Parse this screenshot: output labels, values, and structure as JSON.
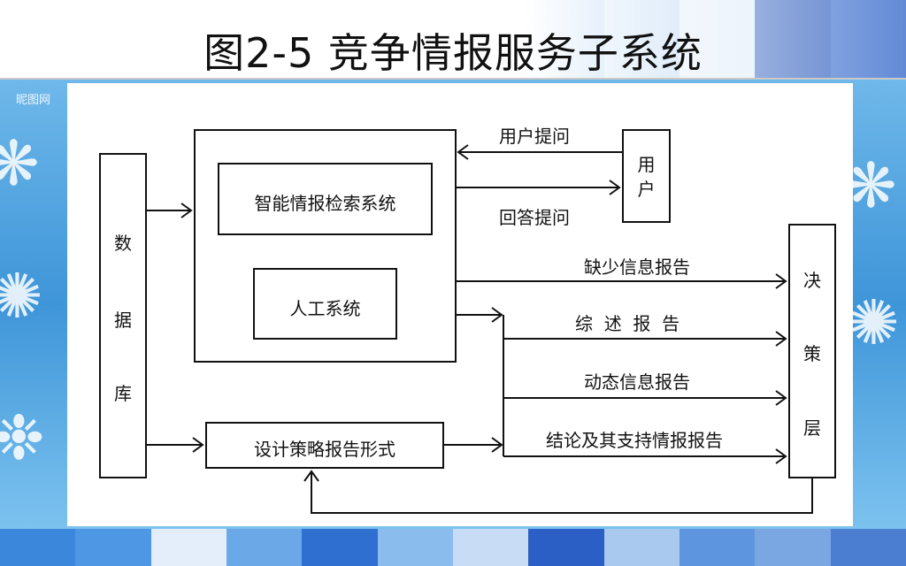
{
  "title": "图2-5 竞争情报服务子系统",
  "watermark": "昵图网",
  "diagram": {
    "database": [
      "数",
      "据",
      "库"
    ],
    "main_system": "",
    "retrieval_system": "智能情报检索系统",
    "manual_system": "人工系统",
    "design_form": "设计策略报告形式",
    "user": [
      "用",
      "户"
    ],
    "decision": [
      "决",
      "策",
      "层"
    ],
    "user_question": "用户提问",
    "answer_question": "回答提问",
    "report_missing": "缺少信息报告",
    "report_summary": "综  述  报  告",
    "report_dynamic": "动态信息报告",
    "report_conclusion": "结论及其支持情报报告"
  },
  "colors": {
    "stripes_top": [
      "#ffffff",
      "#ffffff",
      "#ffffff",
      "#e9f2fb",
      "#d7e8f8",
      "#bcd8f3",
      "#2a74d1",
      "#5fa1e6",
      "#9bc4ef",
      "#d5e6f8",
      "#1c4fb8",
      "#2d63c9"
    ],
    "stripes_bottom": [
      "#3a87dc",
      "#4d97e4",
      "#e3eefa",
      "#6aa8e8",
      "#2e6fd0",
      "#8bbcee",
      "#c8dcf5",
      "#2c5fc5",
      "#a9c9ef",
      "#5d95de",
      "#7aa6e2",
      "#4b7dd0"
    ]
  }
}
